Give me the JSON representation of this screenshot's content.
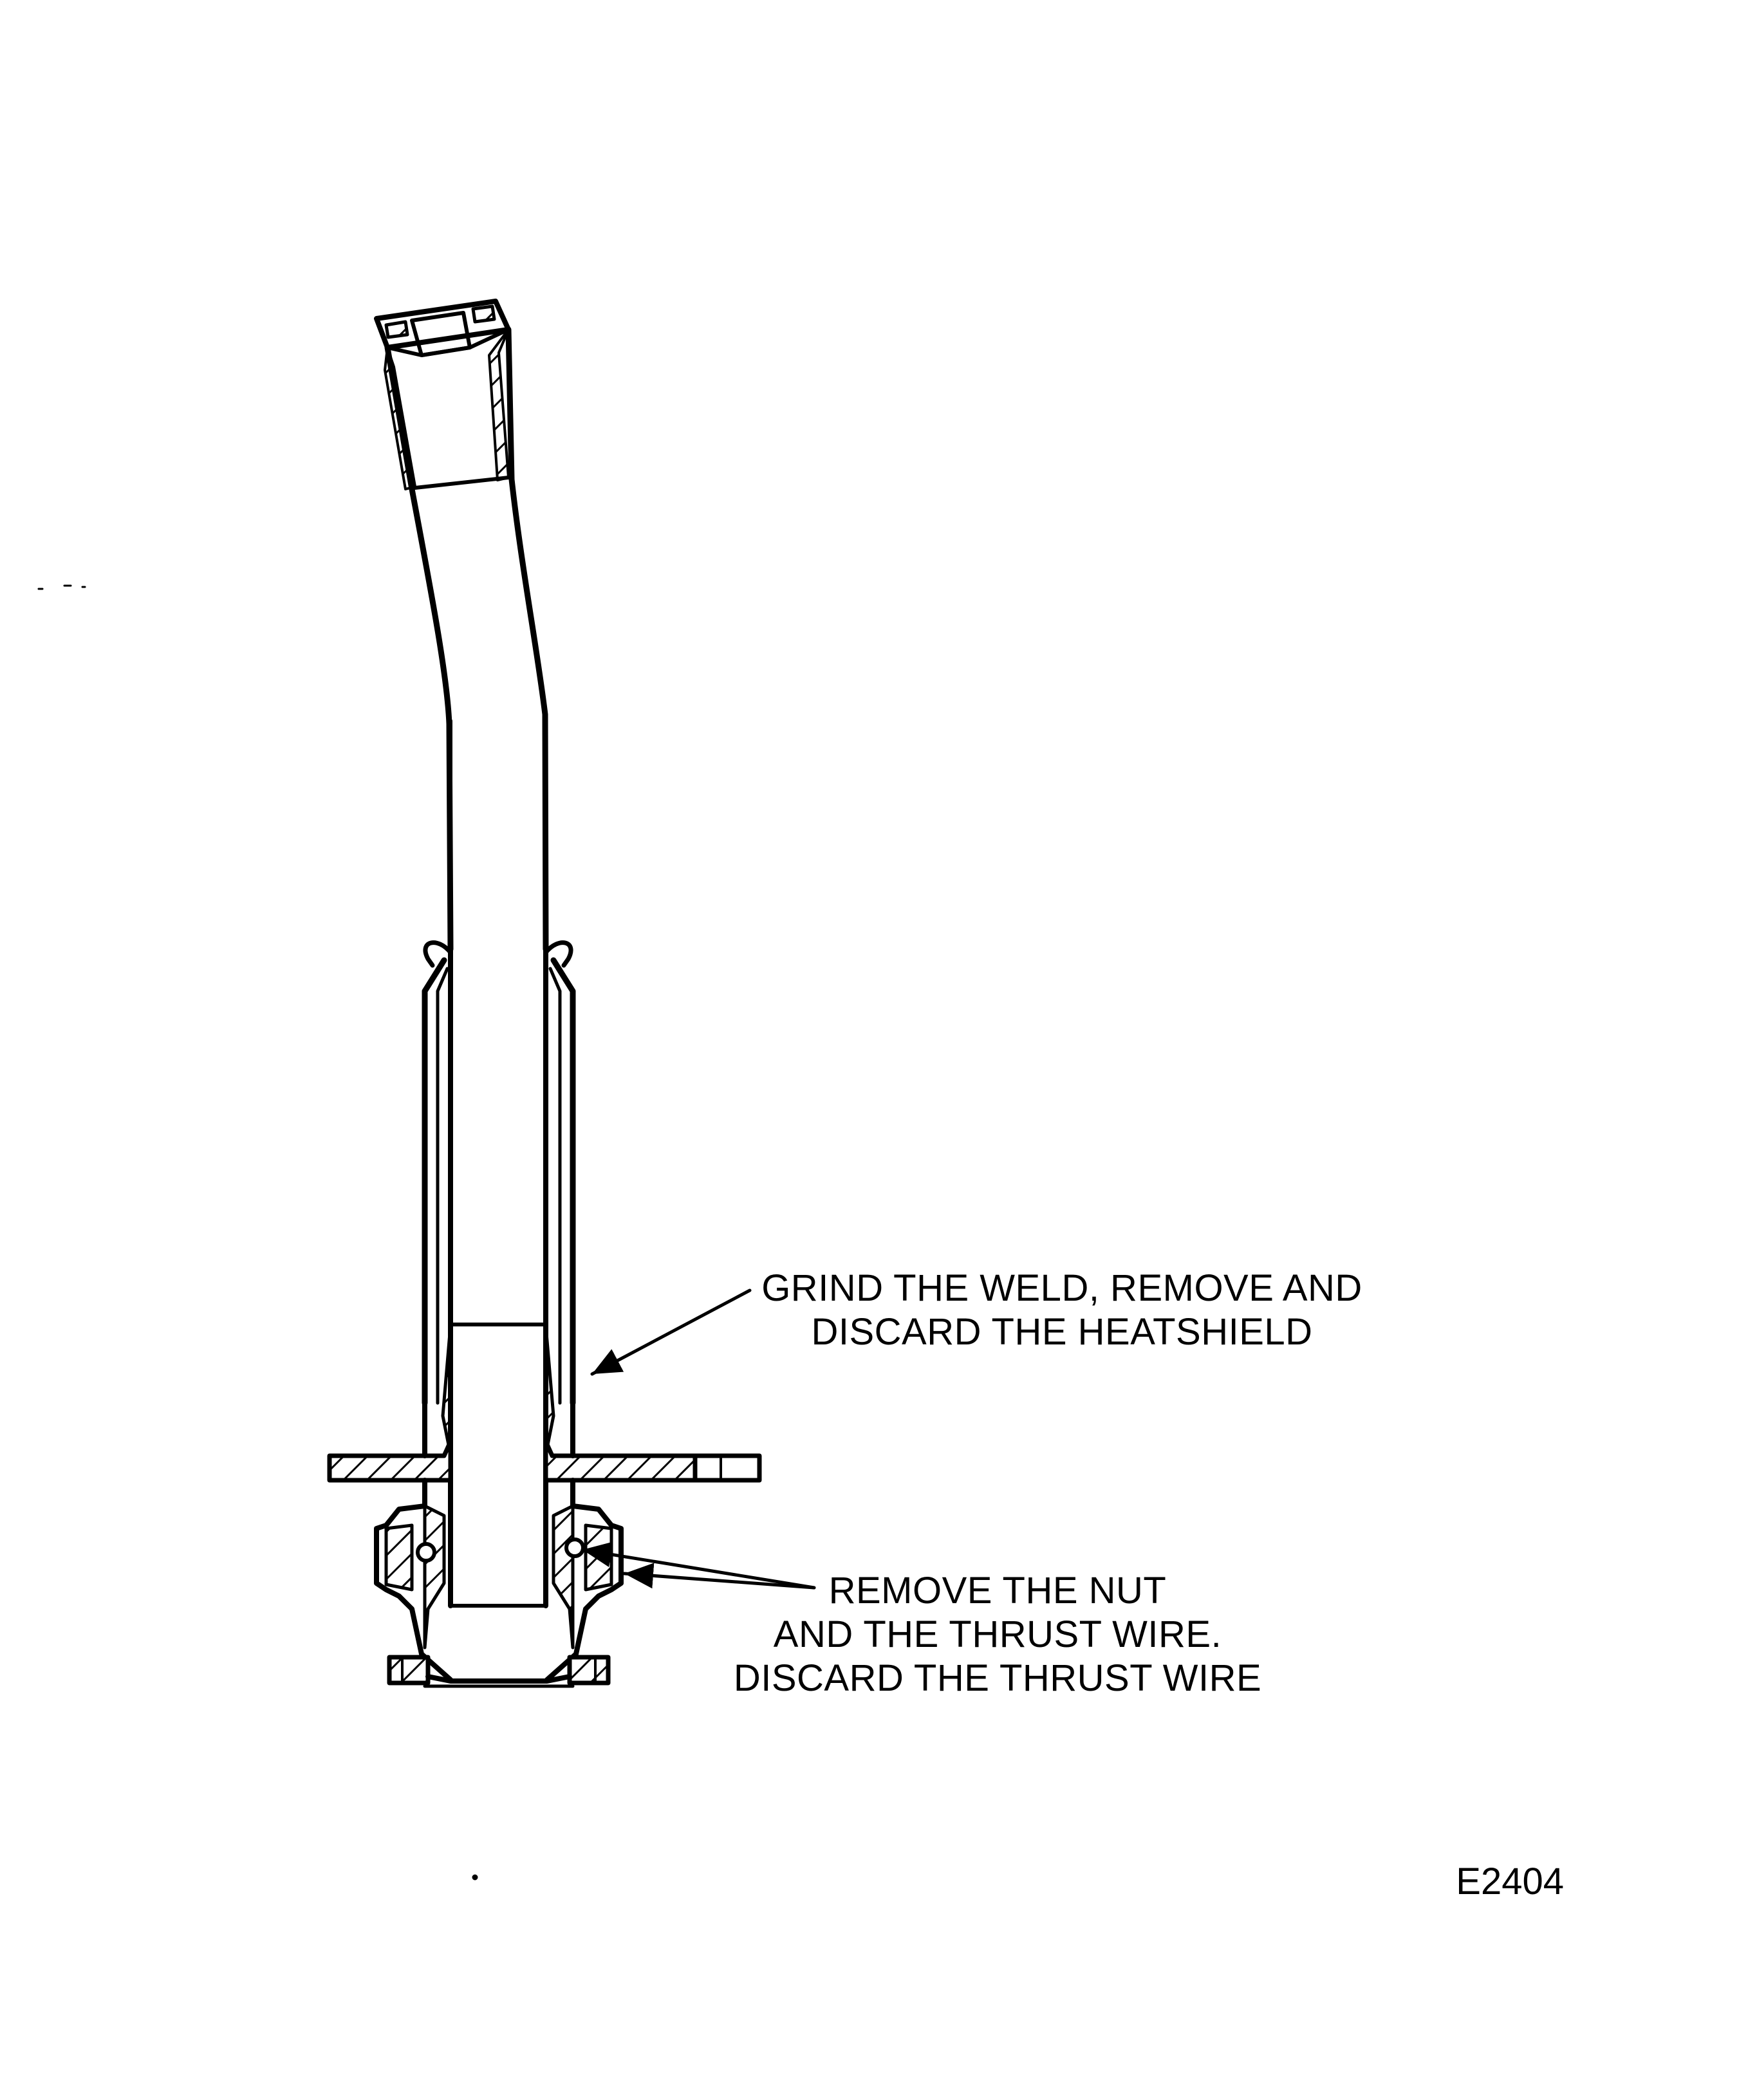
{
  "callouts": {
    "heatshield": {
      "line1": "GRIND THE WELD, REMOVE AND",
      "line2": "DISCARD THE HEATSHIELD"
    },
    "nut": {
      "line1": "REMOVE THE NUT",
      "line2": "AND THE THRUST WIRE.",
      "line3": "DISCARD THE THRUST WIRE"
    }
  },
  "figure_id": "E2404",
  "colors": {
    "ink": "#000000",
    "paper": "#ffffff"
  }
}
